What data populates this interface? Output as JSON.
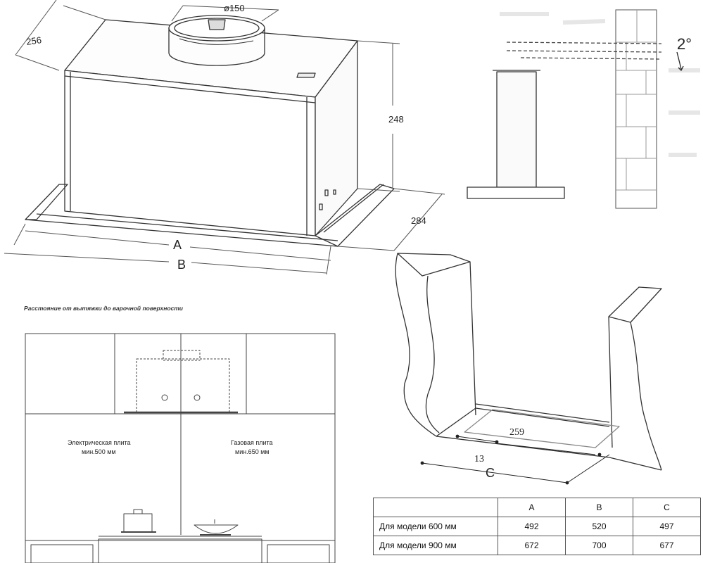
{
  "hood_drawing": {
    "diameter_label": "ø150",
    "depth_label": "256",
    "height_label": "248",
    "bottom_depth_label": "284",
    "width_label_a": "A",
    "width_label_b": "B"
  },
  "tilt_drawing": {
    "angle_label": "2°"
  },
  "cutout_drawing": {
    "depth_label": "259",
    "offset_label": "13",
    "width_label": "C"
  },
  "distance_drawing": {
    "caption": "Расстояние от вытяжки до варочной поверхности",
    "electric_title": "Электрическая плита",
    "electric_min": "мин.500 мм",
    "gas_title": "Газовая плита",
    "gas_min": "мин.650 мм"
  },
  "table": {
    "headers": [
      "",
      "A",
      "B",
      "C"
    ],
    "rows": [
      {
        "label": "Для модели 600 мм",
        "a": "492",
        "b": "520",
        "c": "497"
      },
      {
        "label": "Для модели 900 мм",
        "a": "672",
        "b": "700",
        "c": "677"
      }
    ]
  }
}
